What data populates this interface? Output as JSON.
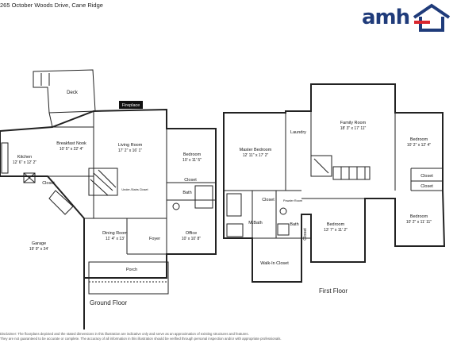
{
  "header": {
    "address": "265 October Woods Drive, Cane Ridge",
    "logo_text": "amh",
    "logo_colors": {
      "text": "#1f3b7a",
      "roof_red": "#d8262e",
      "roof_blue": "#1f3b7a"
    }
  },
  "ground_floor": {
    "title": "Ground Floor",
    "rooms": {
      "deck": {
        "name": "Deck"
      },
      "fireplace": {
        "name": "Fireplace"
      },
      "breakfast_nook": {
        "name": "Breakfast Nook",
        "dims": "10' 5\" x 22' 4\""
      },
      "kitchen": {
        "name": "Kitchen",
        "dims": "12' 6\" x 12' 2\""
      },
      "living_room": {
        "name": "Living Room",
        "dims": "17' 2\" x 16' 1\""
      },
      "bedroom": {
        "name": "Bedroom",
        "dims": "10' x 11' 5\""
      },
      "closet_bedroom": {
        "name": "Closet"
      },
      "closet_kitchen": {
        "name": "Closet"
      },
      "under_stairs_closet": {
        "name": "Under-Stairs Closet"
      },
      "bath": {
        "name": "Bath"
      },
      "garage": {
        "name": "Garage",
        "dims": "19' 9\" x 24'"
      },
      "dining_room": {
        "name": "Dining Room",
        "dims": "11' 4\" x 13'"
      },
      "foyer": {
        "name": "Foyer"
      },
      "office": {
        "name": "Office",
        "dims": "10' x 10' 8\""
      },
      "porch": {
        "name": "Porch"
      }
    }
  },
  "first_floor": {
    "title": "First Floor",
    "rooms": {
      "master_bedroom": {
        "name": "Master Bedroom",
        "dims": "12' 11\" x 17' 2\""
      },
      "laundry": {
        "name": "Laundry"
      },
      "family_room": {
        "name": "Family Room",
        "dims": "18' 3\" x 17' 11\""
      },
      "bedroom_ne": {
        "name": "Bedroom",
        "dims": "10' 2\" x 12' 4\""
      },
      "closet_a": {
        "name": "Closet"
      },
      "closet_b": {
        "name": "Closet"
      },
      "bedroom_se": {
        "name": "Bedroom",
        "dims": "10' 2\" x 11' 11\""
      },
      "closet_master": {
        "name": "Closet"
      },
      "powder_room": {
        "name": "Powder Room"
      },
      "m_bath": {
        "name": "M.Bath"
      },
      "bath": {
        "name": "Bath"
      },
      "bedroom_mid": {
        "name": "Bedroom",
        "dims": "13' 7\" x 11' 2\""
      },
      "closet_mid": {
        "name": "Closet"
      },
      "walk_in_closet": {
        "name": "Walk-In Closet"
      }
    }
  },
  "disclaimer": {
    "line1": "Disclaimer: The floorplans depicted and the stated dimensions in this illustration are indicative only and serve as an approximation of existing structures and features.",
    "line2": "They are not guaranteed to be accurate or complete. The accuracy of all information in this illustration should be verified through personal inspection and/or with appropriate professionals."
  }
}
